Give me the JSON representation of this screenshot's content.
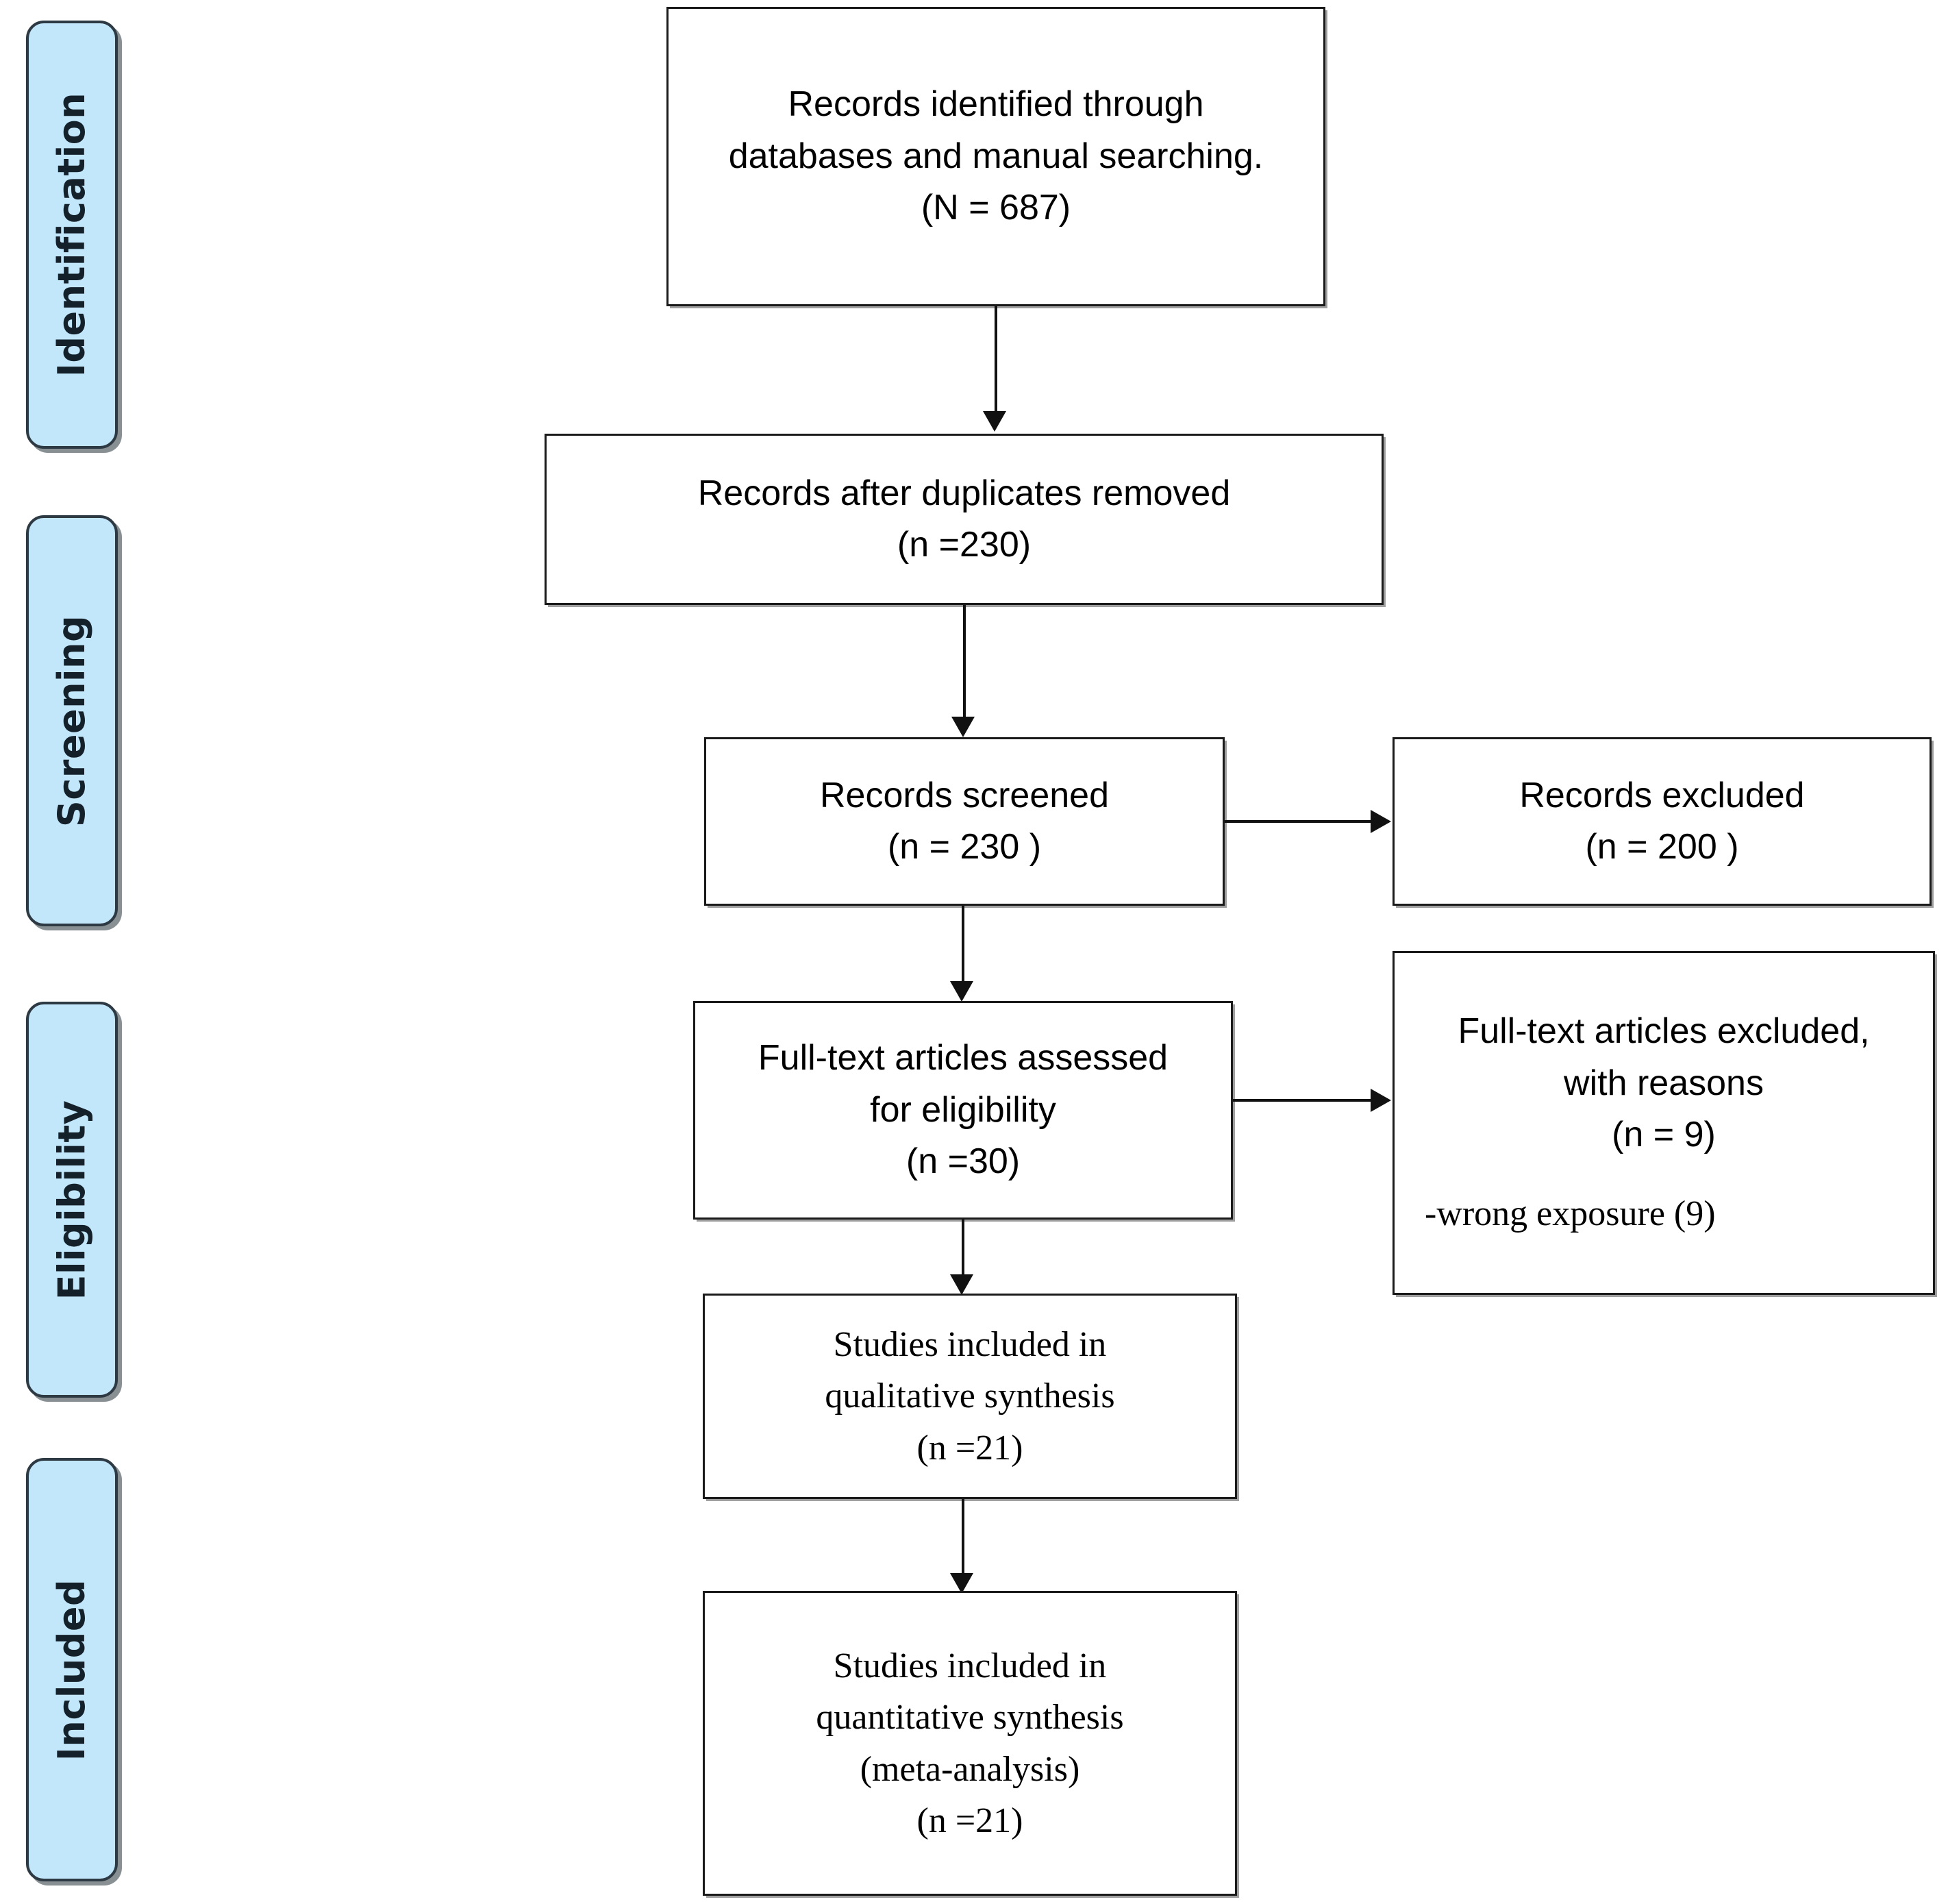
{
  "diagram": {
    "title": "PRISMA Flow Diagram",
    "accent_color": "#C2E7FA",
    "border_color": "#2E3A43",
    "box_border_color": "#1a1a1a",
    "stages": [
      {
        "label": "Identification"
      },
      {
        "label": "Screening"
      },
      {
        "label": "Eligibility"
      },
      {
        "label": "Included"
      }
    ],
    "boxes": {
      "identified": {
        "line1": "Records identified through",
        "line2": "databases and manual searching.",
        "line3": "(N = 687)"
      },
      "duplicates_removed": {
        "line1": "Records after duplicates removed",
        "line2": "(n =230)"
      },
      "screened": {
        "line1": "Records screened",
        "line2": "(n =  230 )"
      },
      "records_excluded": {
        "line1": "Records excluded",
        "line2": "(n = 200 )"
      },
      "fulltext_assessed": {
        "line1": "Full-text articles assessed",
        "line2": "for eligibility",
        "line3": "(n =30)"
      },
      "fulltext_excluded": {
        "line1": "Full-text articles excluded,",
        "line2": "with reasons",
        "line3": "(n = 9)",
        "line4": "-wrong exposure (9)"
      },
      "qualitative": {
        "line1": "Studies included in",
        "line2": "qualitative synthesis",
        "line3": "(n =21)"
      },
      "quantitative": {
        "line1": "Studies included in",
        "line2": "quantitative synthesis",
        "line3": "(meta-analysis)",
        "line4": "(n =21)"
      }
    }
  },
  "chart_data": {
    "type": "diagram",
    "title": "PRISMA flow diagram of study selection",
    "nodes": [
      {
        "id": "identified",
        "stage": "Identification",
        "label": "Records identified through databases and manual searching.",
        "count": 687,
        "count_symbol": "N"
      },
      {
        "id": "duplicates_removed",
        "stage": "Screening",
        "label": "Records after duplicates removed",
        "count": 230,
        "count_symbol": "n"
      },
      {
        "id": "screened",
        "stage": "Screening",
        "label": "Records screened",
        "count": 230,
        "count_symbol": "n"
      },
      {
        "id": "records_excluded",
        "stage": "Screening",
        "label": "Records excluded",
        "count": 200,
        "count_symbol": "n"
      },
      {
        "id": "fulltext_assessed",
        "stage": "Eligibility",
        "label": "Full-text articles assessed for eligibility",
        "count": 30,
        "count_symbol": "n"
      },
      {
        "id": "fulltext_excluded",
        "stage": "Eligibility",
        "label": "Full-text articles excluded, with reasons",
        "count": 9,
        "count_symbol": "n",
        "reasons": [
          {
            "reason": "wrong exposure",
            "count": 9
          }
        ]
      },
      {
        "id": "qualitative",
        "stage": "Included",
        "label": "Studies included in qualitative synthesis",
        "count": 21,
        "count_symbol": "n"
      },
      {
        "id": "quantitative",
        "stage": "Included",
        "label": "Studies included in quantitative synthesis (meta-analysis)",
        "count": 21,
        "count_symbol": "n"
      }
    ],
    "edges": [
      {
        "from": "identified",
        "to": "duplicates_removed",
        "direction": "down"
      },
      {
        "from": "duplicates_removed",
        "to": "screened",
        "direction": "down"
      },
      {
        "from": "screened",
        "to": "records_excluded",
        "direction": "right"
      },
      {
        "from": "screened",
        "to": "fulltext_assessed",
        "direction": "down"
      },
      {
        "from": "fulltext_assessed",
        "to": "fulltext_excluded",
        "direction": "right"
      },
      {
        "from": "fulltext_assessed",
        "to": "qualitative",
        "direction": "down"
      },
      {
        "from": "qualitative",
        "to": "quantitative",
        "direction": "down"
      }
    ]
  }
}
